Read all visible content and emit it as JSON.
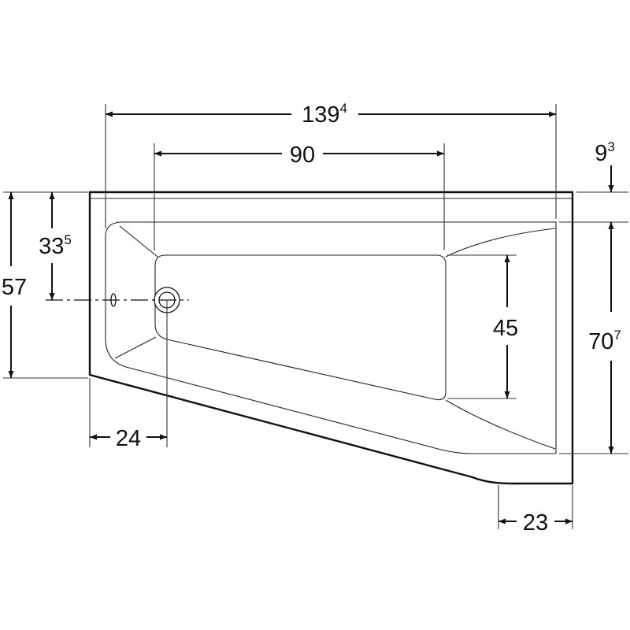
{
  "dimensions": {
    "overall_length": {
      "main": "139",
      "sup": "4"
    },
    "inner_length": {
      "main": "90"
    },
    "rim_depth": {
      "main": "9",
      "sup": "3"
    },
    "drain_offset_vertical": {
      "main": "33",
      "sup": "5"
    },
    "short_side_width": {
      "main": "57"
    },
    "inner_width": {
      "main": "45"
    },
    "long_side_width": {
      "main": "70",
      "sup": "7"
    },
    "drain_offset_horizontal": {
      "main": "24"
    },
    "corner_width": {
      "main": "23"
    }
  },
  "colors": {
    "line": "#111111",
    "background": "#ffffff"
  }
}
